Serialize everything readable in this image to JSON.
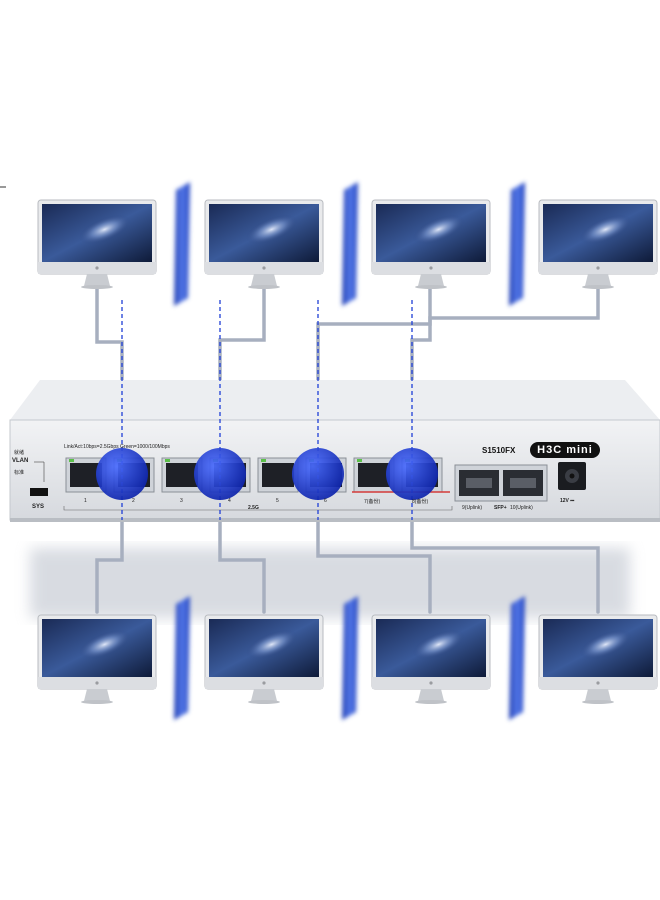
{
  "switch": {
    "model": "S1510FX",
    "brand": "H3C mini",
    "indicator_top": "Link/Act:10bps=2.5Gbps Green=1000/100Mbps",
    "led_labels": [
      "就绪",
      "VLAN",
      "标准"
    ],
    "sys_label": "SYS",
    "port_numbers": [
      "1",
      "2",
      "3",
      "4",
      "5",
      "6",
      "7(备份)",
      "8(备份)"
    ],
    "group_2_5g": "2.5G",
    "sfp_labels": [
      "9(Uplink)",
      "SFP+",
      "10(Uplink)"
    ],
    "power_label": "12V ⎓"
  },
  "icons": {
    "monitor": "imac-monitor-icon",
    "port_marker": "blue-circle-highlight",
    "separator": "blue-vlan-separator"
  },
  "colors": {
    "separator": "#3a5fd0",
    "port_marker": "#1e3fd8",
    "cable": "#9aa3b5",
    "chassis": "#e6e8ec"
  }
}
